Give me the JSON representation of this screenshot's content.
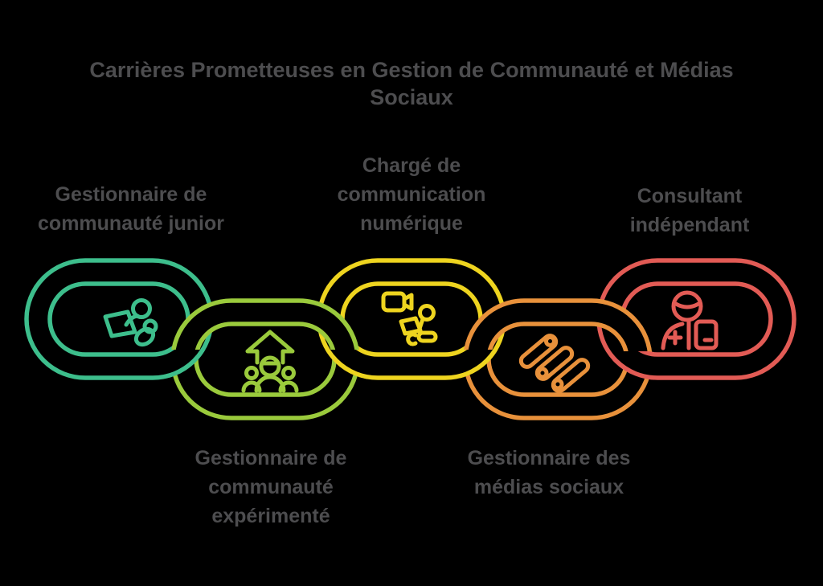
{
  "title": "Carrières Prometteuses en Gestion de Communauté et Médias\nSociaux",
  "background_color": "#000000",
  "text_color": "#4d4d4f",
  "diagram": {
    "type": "chain-of-careers",
    "links": [
      {
        "id": "junior",
        "label": "Gestionnaire de\ncommunauté junior",
        "color": "#3dbe8c",
        "icon": "person-laptop-icon",
        "row": "top"
      },
      {
        "id": "experimente",
        "label": "Gestionnaire de\ncommunauté\nexpérimenté",
        "color": "#9aca3c",
        "icon": "team-growth-arrow-icon",
        "row": "bottom"
      },
      {
        "id": "charge",
        "label": "Chargé de\ncommunication\nnumérique",
        "color": "#eed41f",
        "icon": "video-communication-icon",
        "row": "top"
      },
      {
        "id": "medias",
        "label": "Gestionnaire des\nmédias sociaux",
        "color": "#e8913b",
        "icon": "diagonal-sliders-icon",
        "row": "bottom"
      },
      {
        "id": "consultant",
        "label": "Consultant\nindépendant",
        "color": "#e25b55",
        "icon": "consultant-phone-icon",
        "row": "top"
      }
    ]
  }
}
